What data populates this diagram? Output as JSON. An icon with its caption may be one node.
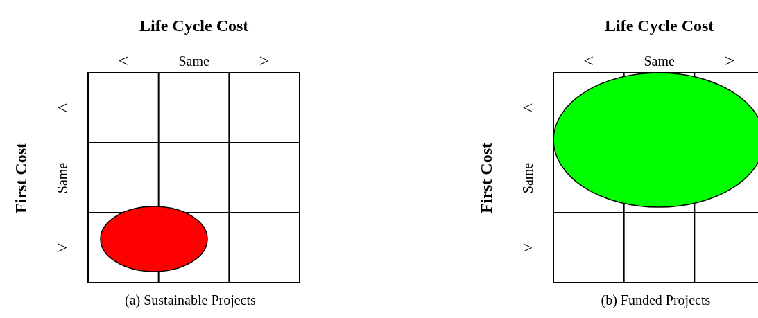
{
  "diagram": {
    "labels": [
      "Life Cycle Cost",
      "<",
      "Same",
      ">",
      "First Cost",
      "<",
      "Same",
      ">",
      "(a) Sustainable Projects",
      "Life Cycle Cost",
      "<",
      "Same",
      ">",
      "First Cost",
      "<",
      "Same",
      ">",
      "(b) Funded Projects"
    ]
  }
}
